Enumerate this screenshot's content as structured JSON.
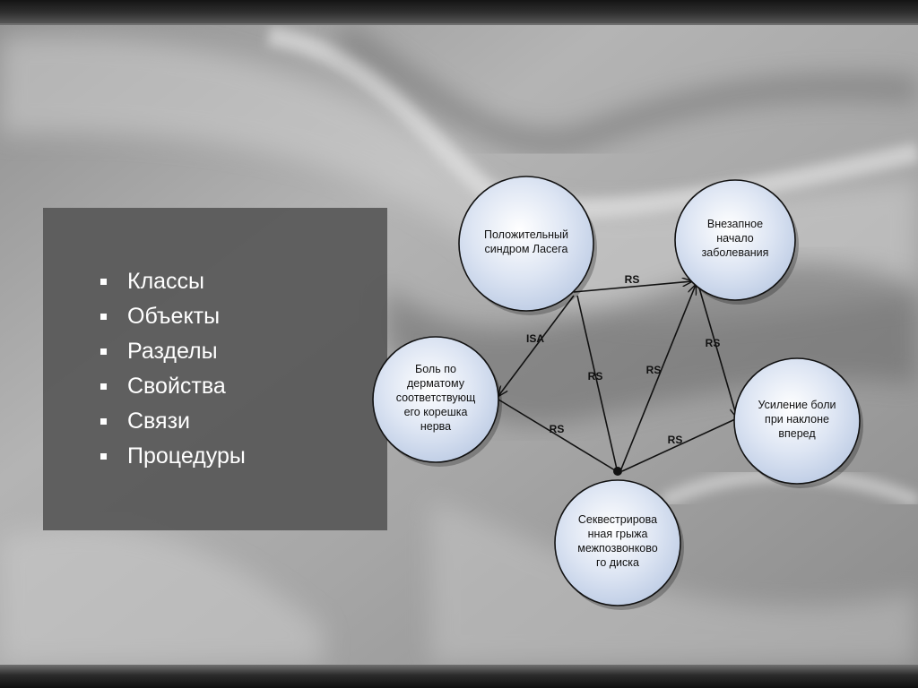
{
  "bullets": [
    "Классы",
    "Объекты",
    "Разделы",
    "Свойства",
    "Связи",
    "Процедуры"
  ],
  "diagram": {
    "nodes": [
      {
        "id": "lasegue",
        "name": "node-lasegue",
        "lines": [
          "Положительный",
          "синдром Ласега"
        ]
      },
      {
        "id": "onset",
        "name": "node-sudden-onset",
        "lines": [
          "Внезапное",
          "начало",
          "заболевания"
        ]
      },
      {
        "id": "pain",
        "name": "node-dermatome-pain",
        "lines": [
          "Боль по",
          "дерматому",
          "соответствующ",
          "его корешка",
          "нерва"
        ]
      },
      {
        "id": "bend",
        "name": "node-pain-bending",
        "lines": [
          "Усиление боли",
          "при наклоне",
          "вперед"
        ]
      },
      {
        "id": "hernia",
        "name": "node-sequestered-hernia",
        "lines": [
          "Секвестрирова",
          "нная грыжа",
          "межпозвонково",
          "го диска"
        ]
      }
    ],
    "edges": [
      {
        "from": "lasegue",
        "to": "onset",
        "label": "RS"
      },
      {
        "from": "lasegue",
        "to": "pain",
        "label": "ISA"
      },
      {
        "from": "lasegue",
        "to": "hernia",
        "label": "RS"
      },
      {
        "from": "hernia",
        "to": "onset",
        "label": "RS"
      },
      {
        "from": "onset",
        "to": "bend",
        "label": "RS"
      },
      {
        "from": "pain",
        "to": "hernia",
        "label": "RS"
      },
      {
        "from": "hernia",
        "to": "bend",
        "label": "RS"
      }
    ]
  }
}
